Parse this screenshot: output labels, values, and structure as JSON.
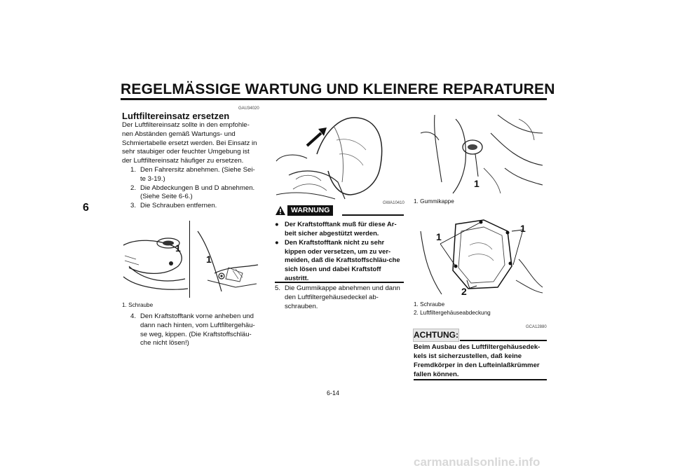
{
  "page": {
    "title": "REGELMÄSSIGE WARTUNG UND KLEINERE REPARATUREN",
    "chapter_tab": "6",
    "page_number": "6-14",
    "watermark": "carmanualsonline.info"
  },
  "col1": {
    "code": "GAU34020",
    "heading": "Luftfiltereinsatz ersetzen",
    "intro": "Der Luftfiltereinsatz sollte in den empfohle-nen Abständen gemäß Wartungs- und Schmiertabelle ersetzt werden. Bei Einsatz in sehr staubiger oder feuchter Umgebung ist der Luftfiltereinsatz häufiger zu ersetzen.",
    "steps": [
      {
        "num": "1.",
        "text": "Den Fahrersitz abnehmen. (Siehe Sei-te 3-19.)"
      },
      {
        "num": "2.",
        "text": "Die Abdeckungen B und D abnehmen. (Siehe Seite 6-6.)"
      },
      {
        "num": "3.",
        "text": "Die Schrauben entfernen."
      }
    ],
    "figure_labels": [
      "1",
      "1"
    ],
    "caption": "1. Schraube",
    "step4": {
      "num": "4.",
      "text": "Den Kraftstofftank vorne anheben und dann nach hinten, vom Luftfiltergehäu-se weg, kippen. (Die Kraftstoffschläu-che nicht lösen!)"
    }
  },
  "col2": {
    "figure_code": "GWA10410",
    "warning_label": "WARNUNG",
    "warning_items": [
      "Der Kraftstofftank muß für diese Ar-beit sicher abgestützt werden.",
      "Den Kraftstofftank nicht zu sehr kippen oder versetzen, um zu ver-meiden, daß die Kraftstoffschläu-che sich lösen und dabei Kraftstoff austritt."
    ],
    "bullet_symbol": "●",
    "step5": {
      "num": "5.",
      "text": "Die Gummikappe abnehmen und dann den Luftfiltergehäusedeckel ab-schrauben."
    }
  },
  "col3": {
    "fig1_label": "1",
    "fig1_caption": "1. Gummikappe",
    "fig2_labels": [
      "1",
      "1",
      "2"
    ],
    "fig2_captions": [
      "1. Schraube",
      "2. Luftfiltergehäuseabdeckung"
    ],
    "achtung_code": "GCA12880",
    "achtung_label": "ACHTUNG:",
    "achtung_text": "Beim Ausbau des Luftfiltergehäusedek-kels ist sicherzustellen, daß keine Fremdkörper in den Lufteinlaßkrümmer fallen können."
  }
}
